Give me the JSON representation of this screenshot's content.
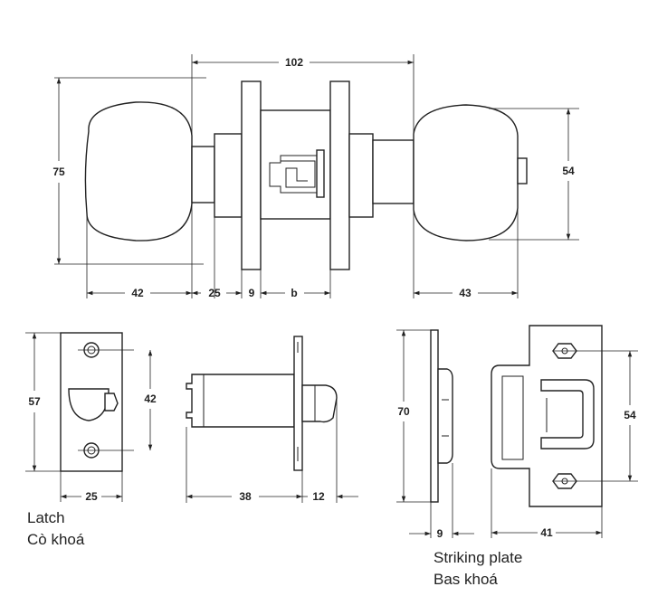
{
  "top_view": {
    "dims": {
      "overall": "102",
      "height": "75",
      "right_height": "54",
      "knob_left": "42",
      "neck": "25",
      "rose": "9",
      "backset": "b",
      "knob_right": "43"
    }
  },
  "latch": {
    "dims": {
      "plate_height": "57",
      "hole_spacing": "42",
      "plate_width": "25",
      "length": "38",
      "bolt": "12"
    },
    "caption_en": "Latch",
    "caption_vi": "Cò khoá"
  },
  "strike": {
    "dims": {
      "height": "70",
      "hole_spacing": "54",
      "depth": "9",
      "width": "41"
    },
    "caption_en": "Striking plate",
    "caption_vi": "Bas khoá"
  }
}
